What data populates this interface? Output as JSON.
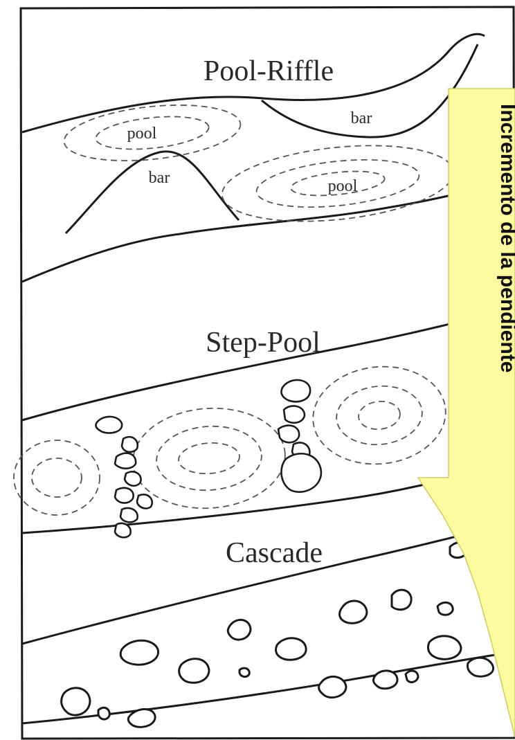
{
  "sections": {
    "pool_riffle": {
      "title": "Pool-Riffle",
      "bar_label": "bar",
      "pool_label": "pool"
    },
    "step_pool": {
      "title": "Step-Pool"
    },
    "cascade": {
      "title": "Cascade"
    }
  },
  "annotation": {
    "text": "Incremento de la pendiente",
    "direction": "down",
    "fill_color": "#fdfb9f",
    "stroke_color": "#cccc66"
  },
  "colors": {
    "line": "#1a1a1a",
    "dashed": "#555555",
    "paper": "#ffffff"
  }
}
